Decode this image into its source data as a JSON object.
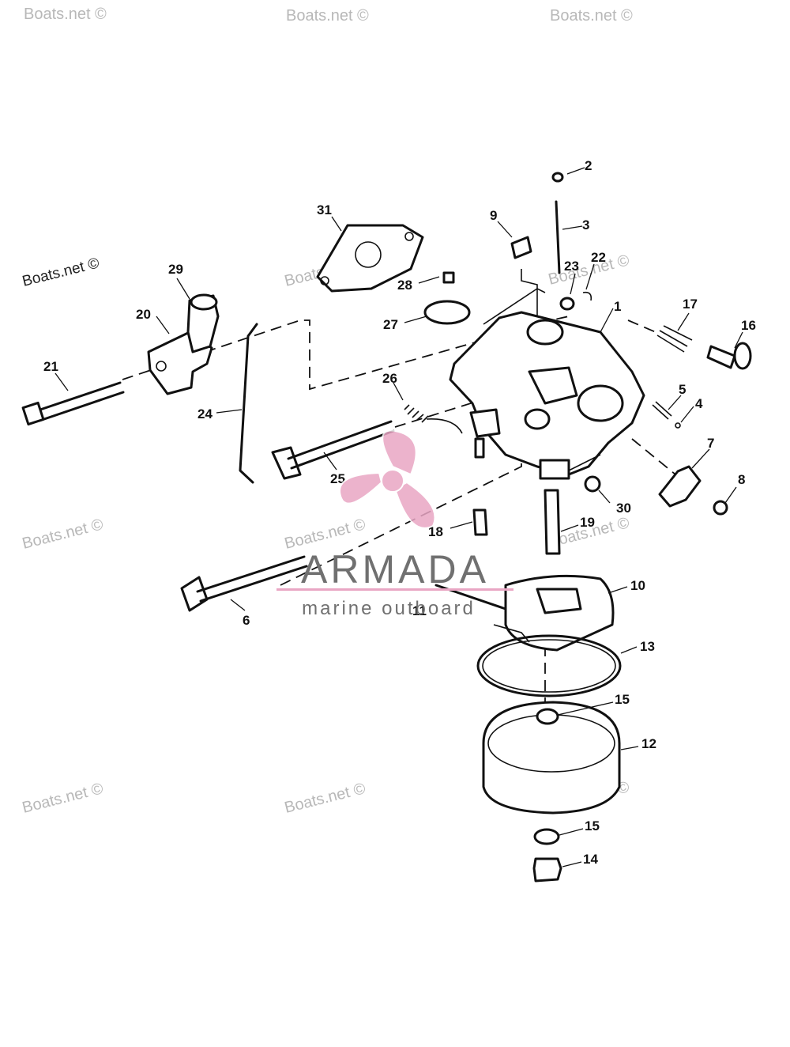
{
  "watermark": {
    "text": "Boats.net ©"
  },
  "brand": {
    "name": "ARMADA",
    "tagline": "marine outboard",
    "logo_color": "#e9a6c4",
    "underline_color": "#e9a6c4"
  },
  "callouts": [
    "1",
    "2",
    "3",
    "4",
    "5",
    "6",
    "7",
    "8",
    "9",
    "10",
    "11",
    "12",
    "13",
    "14",
    "15",
    "15",
    "16",
    "17",
    "18",
    "19",
    "20",
    "21",
    "22",
    "23",
    "24",
    "25",
    "26",
    "27",
    "28",
    "29",
    "30",
    "31"
  ]
}
